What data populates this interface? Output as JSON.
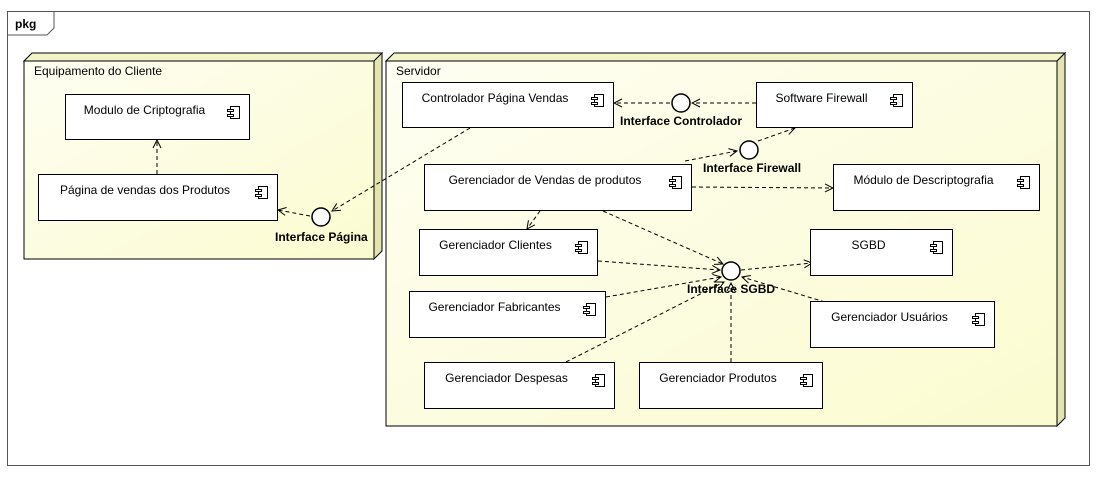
{
  "package": {
    "tab_label": "pkg"
  },
  "nodes": {
    "client": {
      "label": "Equipamento do Cliente"
    },
    "server": {
      "label": "Servidor"
    }
  },
  "components": {
    "modulo_criptografia": "Modulo de Criptografia",
    "pagina_vendas": "Página de vendas dos Produtos",
    "controlador_pagina": "Controlador Página Vendas",
    "software_firewall": "Software Firewall",
    "gerenciador_vendas": "Gerenciador de Vendas de produtos",
    "modulo_descriptografia": "Módulo de Descriptografia",
    "gerenciador_clientes": "Gerenciador Clientes",
    "sgbd": "SGBD",
    "gerenciador_fabricantes": "Gerenciador Fabricantes",
    "gerenciador_usuarios": "Gerenciador Usuários",
    "gerenciador_despesas": "Gerenciador Despesas",
    "gerenciador_produtos": "Gerenciador Produtos"
  },
  "interfaces": {
    "pagina": "Interface Página",
    "controlador": "Interface Controlador",
    "firewall": "Interface Firewall",
    "sgbd": "Interface SGBD"
  },
  "colors": {
    "node_fill": "#ffffde",
    "node_side": "#f0f0c0",
    "border": "#000000",
    "edge": "#000000"
  }
}
